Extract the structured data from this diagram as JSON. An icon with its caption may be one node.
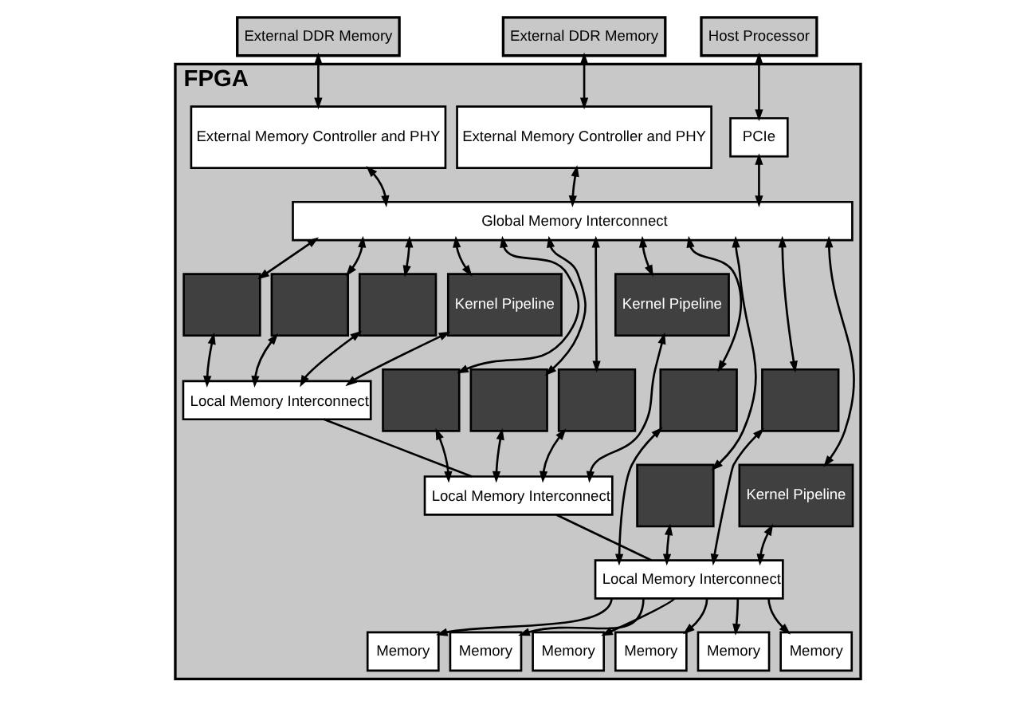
{
  "diagram": {
    "nodes": [
      {
        "text": [
          "Host Processor"
        ]
      },
      {
        "text": [
          "External DDR Memory"
        ]
      },
      {
        "text": [
          "External DDR Memory"
        ]
      },
      {
        "text": [
          "FPGA"
        ]
      },
      {
        "text": [
          "External Memory Controller and PHY"
        ],
        "in": 3
      },
      {
        "text": [
          "External Memory Controller and PHY"
        ],
        "in": 3
      },
      {
        "text": [
          "PCIe"
        ],
        "in": 3
      },
      {
        "text": [
          "Global Memory Interconnect"
        ],
        "in": 3
      },
      {
        "text": [],
        "shape": "box",
        "in": 3
      },
      {
        "text": [],
        "shape": "box",
        "in": 3
      },
      {
        "text": [],
        "shape": "box",
        "in": 3
      },
      {
        "text": [
          "Kernel Pipeline"
        ],
        "in": 3
      },
      {
        "text": [],
        "shape": "box",
        "in": 3
      },
      {
        "text": [],
        "shape": "box",
        "in": 3
      },
      {
        "text": [],
        "shape": "box",
        "in": 3
      },
      {
        "text": [
          "Kernel Pipeline"
        ],
        "in": 3
      },
      {
        "text": [],
        "shape": "box",
        "in": 3
      },
      {
        "text": [],
        "shape": "box",
        "in": 3
      },
      {
        "text": [],
        "shape": "box",
        "in": 3
      },
      {
        "text": [
          "Kernel Pipeline"
        ],
        "in": 3
      },
      {
        "text": [
          "Local Memory Interconnect"
        ],
        "in": 3
      },
      {
        "text": [
          "Local Memory Interconnect"
        ],
        "in": 3
      },
      {
        "text": [
          "Local Memory Interconnect"
        ],
        "in": 3
      },
      {
        "text": [
          "Memory"
        ],
        "in": 3
      },
      {
        "text": [
          "Memory"
        ],
        "in": 3
      },
      {
        "text": [
          "Memory"
        ],
        "in": 3
      },
      {
        "text": [
          "Memory"
        ],
        "in": 3
      },
      {
        "text": [
          "Memory"
        ],
        "in": 3
      },
      {
        "text": [
          "Memory"
        ],
        "in": 3
      }
    ],
    "edges": [
      {
        "from": 0,
        "to": 6,
        "arrow": "both"
      },
      {
        "from": 1,
        "to": 4,
        "arrow": "both"
      },
      {
        "from": 2,
        "to": 5,
        "arrow": "both"
      },
      {
        "from": 6,
        "to": 7,
        "arrow": "both"
      },
      {
        "from": 4,
        "to": 7,
        "arrow": "both"
      },
      {
        "from": 5,
        "to": 7,
        "arrow": "both"
      },
      {
        "from": 7,
        "to": 8,
        "arrow": "both"
      },
      {
        "from": 7,
        "to": 9,
        "arrow": "both"
      },
      {
        "from": 7,
        "to": 10,
        "arrow": "both"
      },
      {
        "from": 7,
        "to": 11,
        "arrow": "both"
      },
      {
        "from": 7,
        "to": 12,
        "arrow": "both"
      },
      {
        "from": 7,
        "to": 13,
        "arrow": "both"
      },
      {
        "from": 7,
        "to": 14,
        "arrow": "both"
      },
      {
        "from": 7,
        "to": 15,
        "arrow": "both"
      },
      {
        "from": 7,
        "to": 16,
        "arrow": "both"
      },
      {
        "from": 7,
        "to": 17,
        "arrow": "both"
      },
      {
        "from": 7,
        "to": 18,
        "arrow": "both"
      },
      {
        "from": 7,
        "to": 19,
        "arrow": "both"
      },
      {
        "from": 8,
        "to": 20,
        "arrow": "both"
      },
      {
        "from": 9,
        "to": 20,
        "arrow": "both"
      },
      {
        "from": 10,
        "to": 20,
        "arrow": "both"
      },
      {
        "from": 11,
        "to": 20,
        "arrow": "both"
      },
      {
        "from": 12,
        "to": 21,
        "arrow": "both"
      },
      {
        "from": 13,
        "to": 21,
        "arrow": "both"
      },
      {
        "from": 14,
        "to": 21,
        "arrow": "both"
      },
      {
        "from": 15,
        "to": 21,
        "arrow": "both"
      },
      {
        "from": 16,
        "to": 22,
        "arrow": "both"
      },
      {
        "from": 17,
        "to": 22,
        "arrow": "both"
      },
      {
        "from": 18,
        "to": 22,
        "arrow": "both"
      },
      {
        "from": 19,
        "to": 22,
        "arrow": "both"
      },
      {
        "from": 20,
        "to": 21,
        "arrow": "none"
      },
      {
        "from": 21,
        "to": 22,
        "arrow": "none"
      },
      {
        "from": 22,
        "to": 23,
        "arrow": "to"
      },
      {
        "from": 22,
        "to": 24,
        "arrow": "to"
      },
      {
        "from": 22,
        "to": 25,
        "arrow": "to"
      },
      {
        "from": 22,
        "to": 26,
        "arrow": "to"
      },
      {
        "from": 22,
        "to": 27,
        "arrow": "to"
      },
      {
        "from": 22,
        "to": 28,
        "arrow": "to"
      }
    ]
  }
}
